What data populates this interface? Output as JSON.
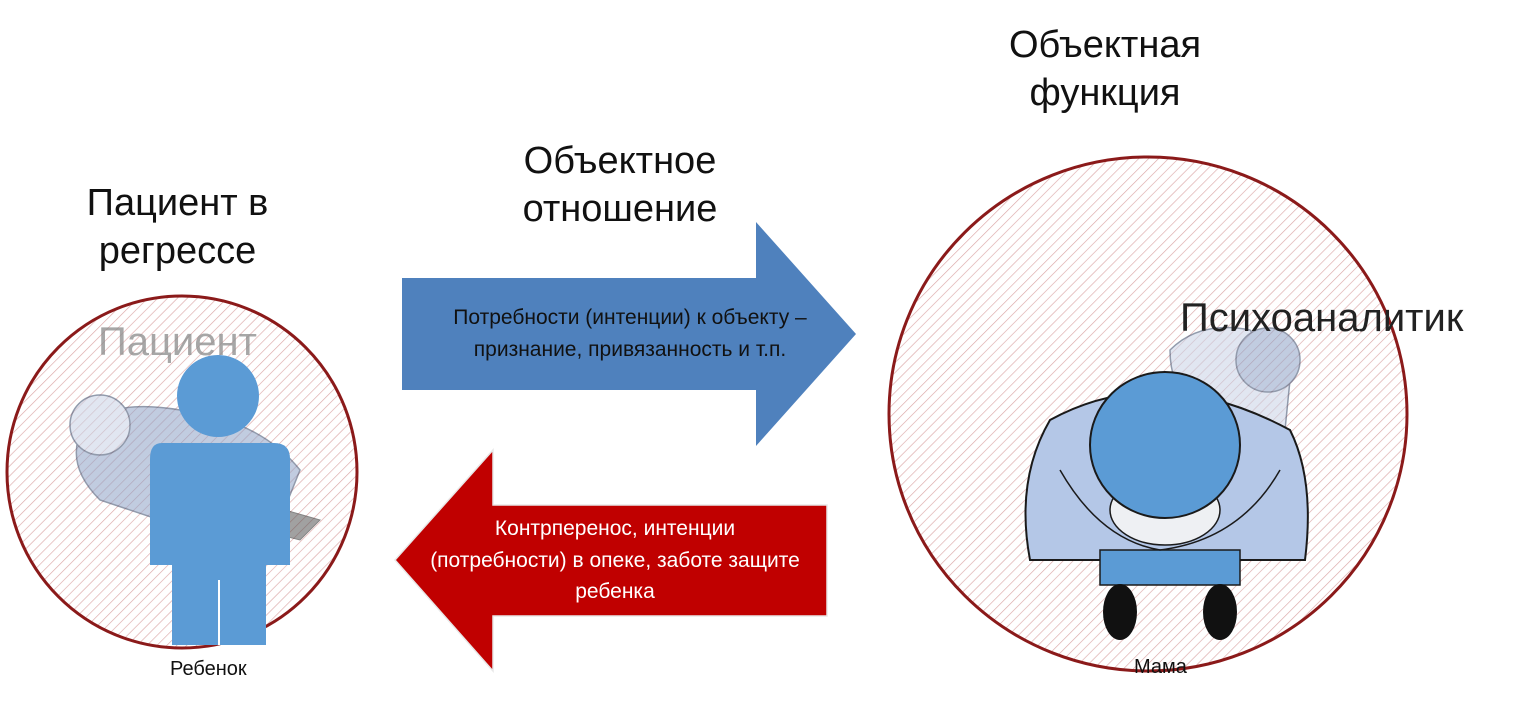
{
  "left": {
    "title": "Пациент в регрессе",
    "ghost_label": "Пациент",
    "figure_label": "Ребенок"
  },
  "right": {
    "title": "Объектная функция",
    "ghost_label": "Психоаналитик",
    "figure_label": "Мама"
  },
  "top_arrow": {
    "heading": "Объектное отношение",
    "text": "Потребности (интенции) к объекту – признание, привязанность и т.п.",
    "color": "#4f81bd"
  },
  "bottom_arrow": {
    "text": "Контрперенос, интенции (потребности) в опеке, заботе защите ребенка",
    "color": "#c00000"
  },
  "colors": {
    "circle_outline": "#8b1a1a",
    "hatch": "#d9a3a3",
    "figure_blue": "#5b9bd5",
    "figure_light": "#b4c7e7"
  }
}
